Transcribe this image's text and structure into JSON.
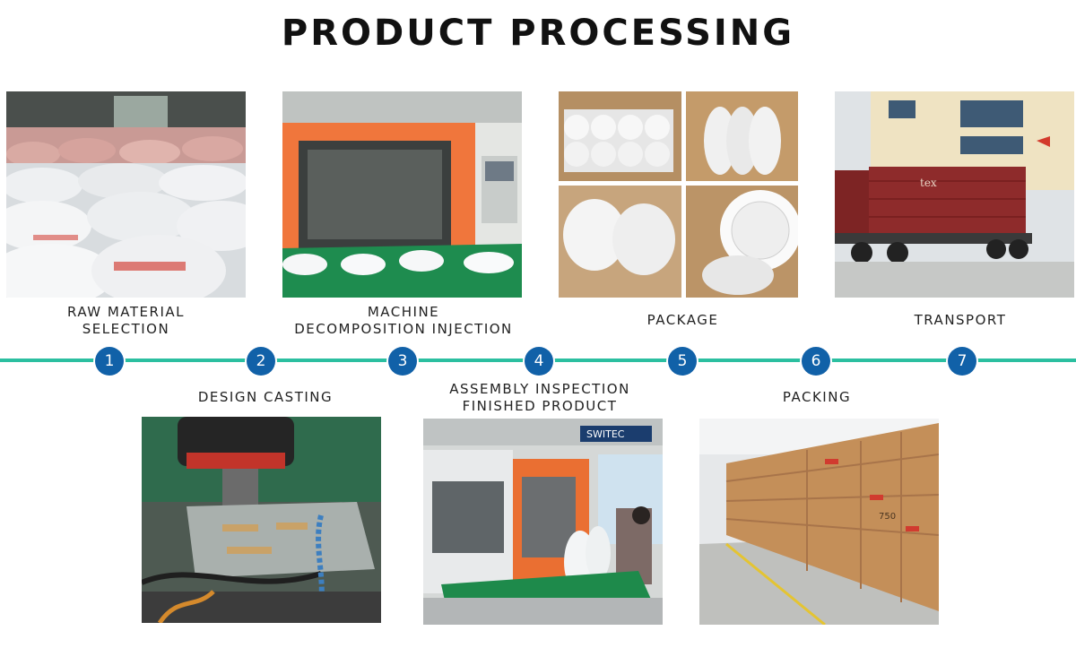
{
  "title": "PRODUCT PROCESSING",
  "steps": [
    "1",
    "2",
    "3",
    "4",
    "5",
    "6",
    "7"
  ],
  "labels": {
    "raw_material": [
      "RAW MATERIAL",
      "SELECTION"
    ],
    "machine": [
      "MACHINE",
      "DECOMPOSITION INJECTION"
    ],
    "package": "PACKAGE",
    "transport": "TRANSPORT",
    "design_casting": "DESIGN CASTING",
    "assembly": [
      "ASSEMBLY INSPECTION",
      "FINISHED PRODUCT"
    ],
    "packing": "PACKING"
  },
  "colors": {
    "timeline": "#2bbfa0",
    "step_circle": "#1161a8"
  },
  "photo_text": {
    "container_brand": "tex",
    "machine_brand": "SWITEC",
    "box_number": "750"
  }
}
